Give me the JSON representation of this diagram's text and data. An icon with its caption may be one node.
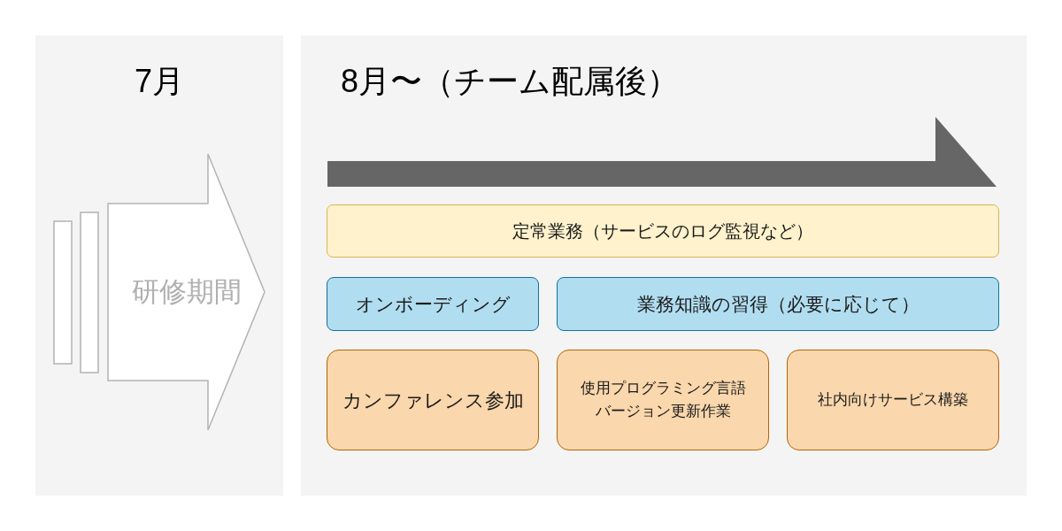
{
  "diagram": {
    "nodes": [
      {
        "text": [
          "7月"
        ]
      },
      {
        "text": [
          "研修期間"
        ],
        "in": 0
      },
      {
        "text": [
          "8月〜（チーム配属後）"
        ]
      },
      {
        "text": [
          "定常業務（サービスのログ監視など）"
        ],
        "in": 2
      },
      {
        "text": [
          "オンボーディング"
        ],
        "in": 2
      },
      {
        "text": [
          "業務知識の習得（必要に応じて）"
        ],
        "in": 2
      },
      {
        "text": [
          "カンファレンス参加"
        ],
        "in": 2
      },
      {
        "text": [
          "使用プログラミング言語バージョン更新作業"
        ],
        "in": 2
      },
      {
        "text": [
          "社内向けサービス構築"
        ],
        "in": 2
      }
    ]
  }
}
